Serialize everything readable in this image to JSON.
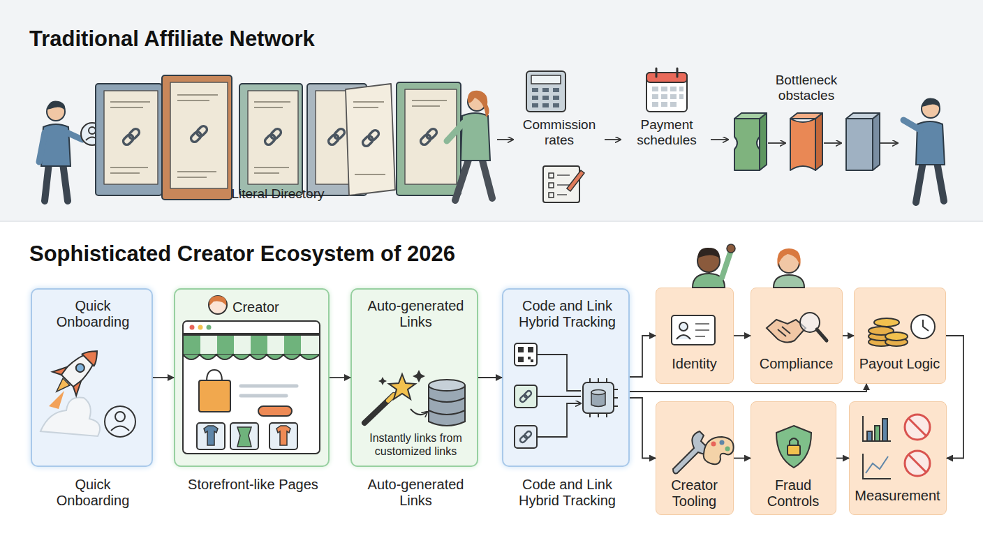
{
  "diagram": {
    "nodes": [
      {
        "text": [
          "Traditional Affiliate Network"
        ]
      },
      {
        "text": [
          "Sophisticated Creator Ecosystem of 2026"
        ]
      },
      {
        "text": [
          "Quick Onboarding",
          "Quick Onboarding"
        ],
        "in": 1
      },
      {
        "text": [
          "Creator",
          "Storefront-like Pages"
        ],
        "in": 1
      },
      {
        "text": [
          "Auto-generated Links",
          "Instantly links from customized links",
          "Auto-generated Links"
        ],
        "in": 1
      },
      {
        "text": [
          "Code and Link Hybrid Tracking",
          "Code and Link Hybrid Tracking"
        ],
        "in": 1
      },
      {
        "text": [
          "Identity"
        ],
        "in": 1
      },
      {
        "text": [
          "Compliance"
        ],
        "in": 1
      },
      {
        "text": [
          "Payout Logic"
        ],
        "in": 1
      },
      {
        "text": [
          "Creator Tooling"
        ],
        "in": 1
      },
      {
        "text": [
          "Fraud Controls"
        ],
        "in": 1
      },
      {
        "text": [
          "Measurement"
        ],
        "in": 1
      }
    ],
    "edges": [
      {
        "from": 2,
        "to": 3,
        "arrow": "to"
      },
      {
        "from": 3,
        "to": 4,
        "arrow": "to"
      },
      {
        "from": 4,
        "to": 5,
        "arrow": "to"
      },
      {
        "from": 5,
        "to": 6,
        "arrow": "to"
      },
      {
        "from": 6,
        "to": 7,
        "arrow": "to"
      },
      {
        "from": 7,
        "to": 8,
        "arrow": "to"
      },
      {
        "from": 5,
        "to": 8,
        "arrow": "to"
      },
      {
        "from": 5,
        "to": 9,
        "arrow": "to"
      },
      {
        "from": 9,
        "to": 10,
        "arrow": "to"
      },
      {
        "from": 10,
        "to": 11,
        "arrow": "to"
      },
      {
        "from": 8,
        "to": 11,
        "arrow": "to"
      }
    ],
    "labels": [
      "Literal Directory",
      "Commission rates",
      "Payment schedules",
      "Bottleneck obstacles"
    ]
  }
}
